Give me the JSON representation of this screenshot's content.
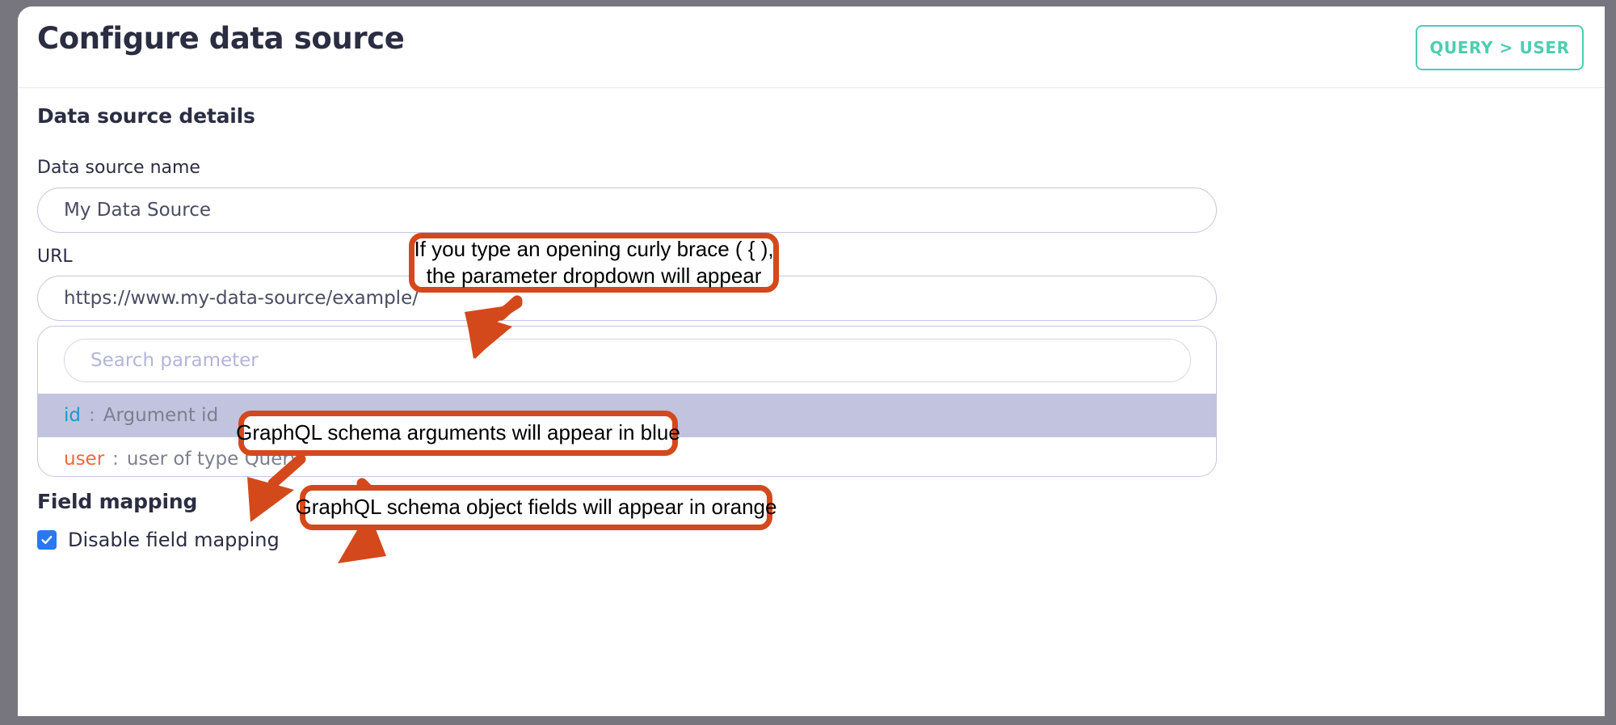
{
  "header": {
    "title": "Configure data source",
    "query_button_label": "QUERY > USER"
  },
  "sections": {
    "data_source_details_heading": "Data source details",
    "field_mapping_heading": "Field mapping"
  },
  "form": {
    "data_source_name": {
      "label": "Data source name",
      "value": "My Data Source"
    },
    "url": {
      "label": "URL",
      "value": "https://www.my-data-source/example/"
    },
    "search_parameter": {
      "placeholder": "Search parameter",
      "value": ""
    }
  },
  "parameter_dropdown": {
    "options": [
      {
        "key": "id",
        "separator": ":",
        "description": "Argument id",
        "kind": "argument",
        "selected": true
      },
      {
        "key": "user",
        "separator": ":",
        "description": "user of type Query",
        "kind": "field",
        "selected": false
      }
    ]
  },
  "field_mapping": {
    "disable_label": "Disable field mapping",
    "disable_checked": true
  },
  "annotations": [
    {
      "id": "curly-brace",
      "line1": "If you type an opening curly brace ( { ),",
      "line2": "the parameter dropdown will appear"
    },
    {
      "id": "arguments-blue",
      "line1": "GraphQL schema arguments will appear in blue",
      "line2": ""
    },
    {
      "id": "object-fields-orange",
      "line1": "GraphQL schema object fields will appear in orange",
      "line2": ""
    }
  ],
  "colors": {
    "accent_teal": "#4ecdb2",
    "annotation_orange": "#d4491b",
    "argument_blue": "#2196cf",
    "field_orange": "#f2683c",
    "title_navy": "#2b2d42",
    "input_border": "#c5c6e0",
    "selected_row": "#c2c3de",
    "checkbox_blue": "#2878f0",
    "window_frame": "#77767e"
  }
}
